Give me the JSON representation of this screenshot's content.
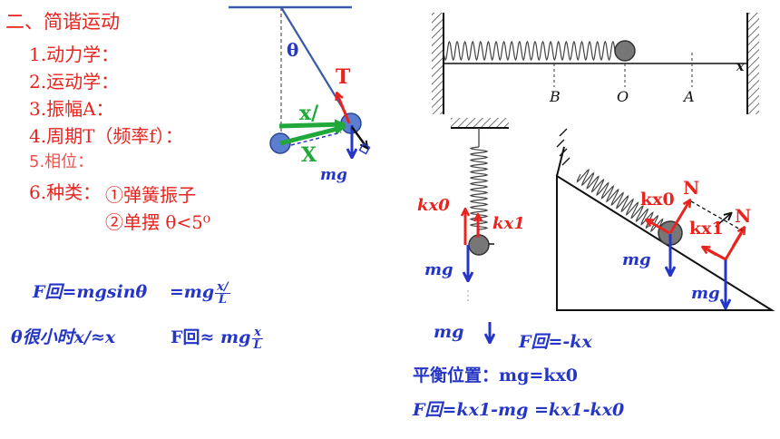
{
  "outline": {
    "heading": "二、简谐运动",
    "items": [
      "1.动力学：",
      "2.运动学：",
      "3.振幅A：",
      "4.周期T（频率f）：",
      "5.相位：",
      "6.种类："
    ],
    "types": [
      "①弹簧振子",
      "②单摆 θ<5⁰"
    ]
  },
  "pendulum": {
    "theta": "θ",
    "tension": "T",
    "x_prime": "x/",
    "x": "X",
    "mg": "mg"
  },
  "pendulum_formulas": {
    "f_label": "F回=mgsinθ",
    "eq_prefix": "=mg",
    "frac1_num": "x/",
    "frac1_den": "L",
    "small_angle": "θ很小时x/≈x",
    "f_approx": "F回≈",
    "approx_mg": "mg",
    "frac2_num": "x",
    "frac2_den": "L"
  },
  "horizontal_spring": {
    "label_b": "B",
    "label_o": "O",
    "label_a": "A",
    "axis_x": "x"
  },
  "vertical_spring": {
    "kx0": "kx0",
    "kx1": "kx1",
    "mg": "mg"
  },
  "incline": {
    "n1": "N",
    "n2": "N",
    "kx0": "kx0",
    "kx1": "kx1",
    "mg1": "mg",
    "mg2": "mg"
  },
  "spring_formulas": {
    "mg": "mg",
    "f_label": "F回=-kx",
    "balance": "平衡位置：mg=kx0",
    "f_final": "F回=kx1-mg =kx1-kx0"
  },
  "colors": {
    "red": "#e8241f",
    "blue": "#2536c6",
    "green": "#21a83a",
    "hatch": "#333333",
    "spring": "#444444",
    "ball": "#777777"
  }
}
